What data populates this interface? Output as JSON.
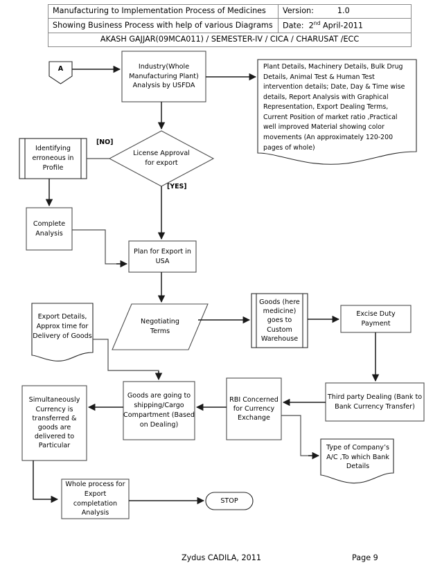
{
  "header": {
    "rows": [
      {
        "left": "Manufacturing to Implementation Process of Medicines",
        "right_label": "Version:",
        "right_value": "1.0"
      },
      {
        "left": "Showing Business Process with help of various Diagrams",
        "right_label": "Date:",
        "right_value_pre": "2",
        "right_value_sup": "nd",
        "right_value_post": " April-2011"
      }
    ],
    "author_row": "AKASH GAJJAR(09MCA011) / SEMESTER-IV / CICA / CHARUSAT /ECC"
  },
  "flowchart": {
    "title": "Manufacturing to Implementation Process of Medicines",
    "nodes": {
      "connector_a": {
        "label": "A",
        "shape": "off-page-connector"
      },
      "industry": {
        "label": "Industry(Whole Manufacturing Plant) Analysis by USFDA",
        "shape": "process"
      },
      "usfda_note": {
        "label": "Plant Details, Machinery Details, Bulk Drug Details, Animal Test & Human Test intervention details; Date, Day & Time wise details, Report Analysis with Graphical Representation, Export Dealing Terms, Current Position of market ratio ,Practical well improved Material showing color movements (An approximately 120-200 pages  of whole)",
        "shape": "document"
      },
      "identifying": {
        "label": "Identifying erroneous in Profile",
        "shape": "predefined-process"
      },
      "license": {
        "label": "License Approval for export",
        "shape": "decision"
      },
      "complete_analysis": {
        "label": "Complete Analysis",
        "shape": "process"
      },
      "plan_export": {
        "label": "Plan for Export in USA",
        "shape": "process"
      },
      "export_details": {
        "label": "Export Details, Approx time for Delivery of Goods",
        "shape": "document"
      },
      "negotiating": {
        "label": "Negotiating Terms",
        "shape": "data-parallelogram"
      },
      "goods_custom": {
        "label": "Goods (here medicine) goes to Custom Warehouse",
        "shape": "predefined-process"
      },
      "excise": {
        "label": "Excise Duty Payment",
        "shape": "process"
      },
      "simultaneously": {
        "label": "Simultaneously Currency is transferred & goods are delivered to Particular",
        "shape": "process"
      },
      "shipping": {
        "label": "Goods are going to shipping/Cargo Compartment (Based on Dealing)",
        "shape": "process"
      },
      "rbi": {
        "label": "RBI Concerned for Currency Exchange",
        "shape": "process"
      },
      "third_party": {
        "label": "Third party Dealing (Bank to Bank Currency Transfer)",
        "shape": "process"
      },
      "company_ac": {
        "label": "Type of Company’s A/C ,To which Bank Details",
        "shape": "document"
      },
      "whole_process": {
        "label": "Whole process for Export completation Analysis",
        "shape": "process"
      },
      "stop": {
        "label": "STOP",
        "shape": "terminator"
      }
    },
    "edge_labels": {
      "no": "[NO]",
      "yes": "[YES]"
    }
  },
  "footer": {
    "left": "Zydus CADILA, 2011",
    "right": "Page 9"
  },
  "colors": {
    "shape_stroke": "#4d4d4d",
    "connector_stroke": "#1a1a1a",
    "background": "#ffffff",
    "text": "#000000"
  }
}
